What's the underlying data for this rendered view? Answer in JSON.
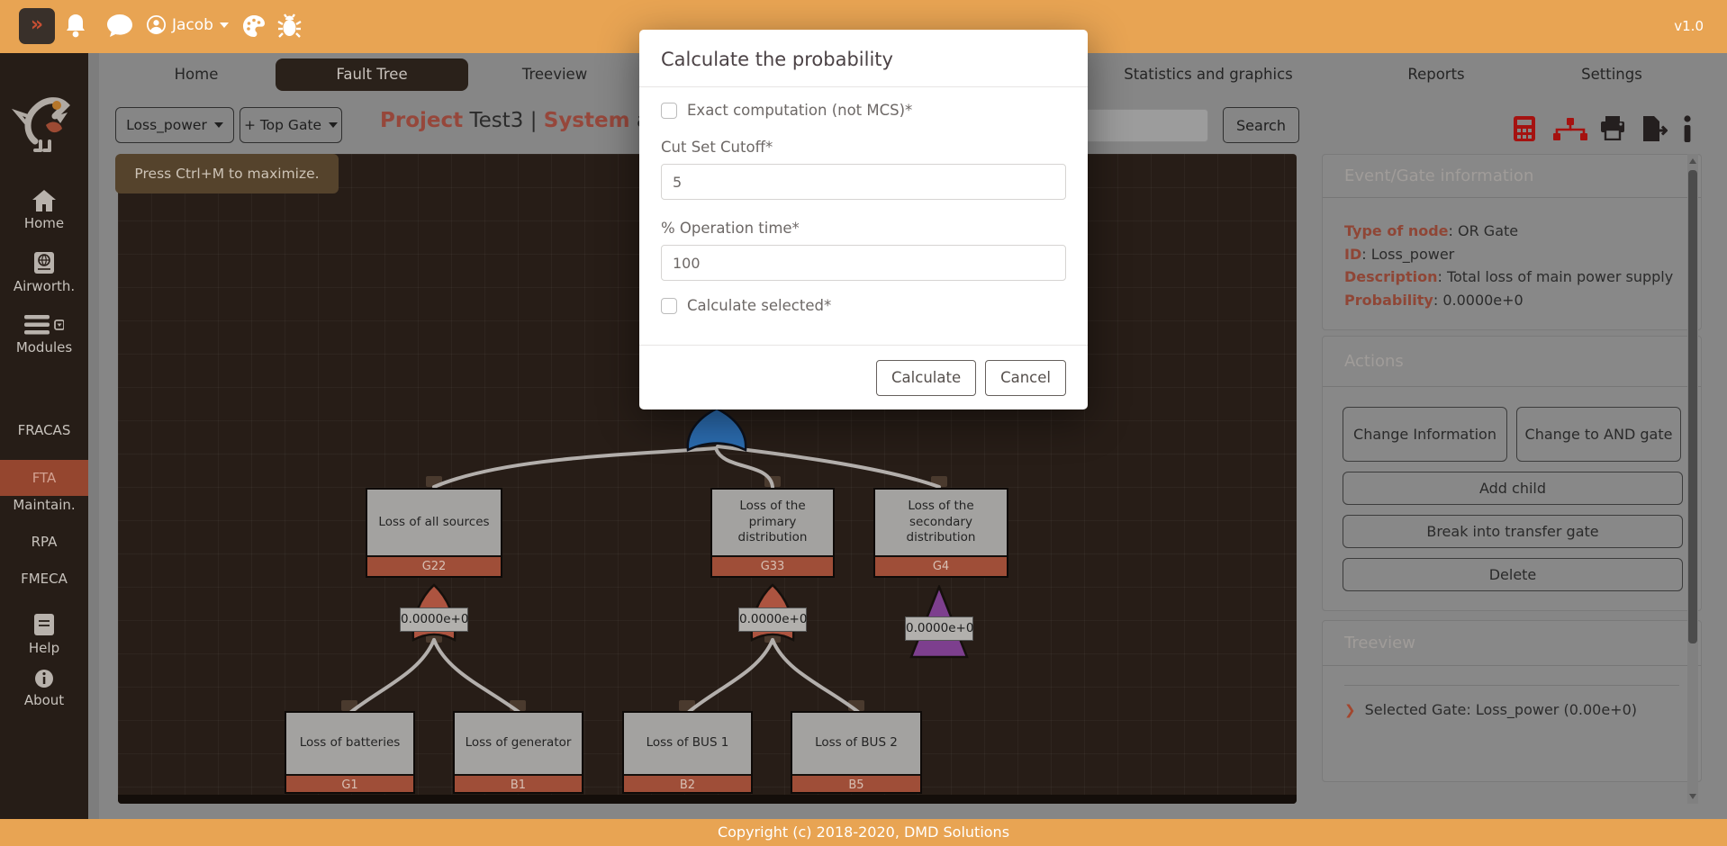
{
  "topbar": {
    "username": "Jacob",
    "version": "v1.0"
  },
  "icons": {
    "collapse": "»",
    "chevron": "❯"
  },
  "sidebar": {
    "items": [
      "Home",
      "Airworth.",
      "Modules",
      "FRACAS",
      "FTA",
      "Maintain.",
      "RPA",
      "FMECA",
      "Help",
      "About"
    ]
  },
  "tabs": {
    "home": "Home",
    "fault_tree": "Fault Tree",
    "treeview": "Treeview",
    "stats": "Statistics and graphics",
    "reports": "Reports",
    "settings": "Settings"
  },
  "toolbar": {
    "gate_select": "Loss_power",
    "add_top_gate": "+ Top Gate",
    "project_label": "Project",
    "project_name": "Test3",
    "separator": "|",
    "system_label": "System",
    "system_name": "a",
    "search_label": "Search"
  },
  "canvas": {
    "tooltip": "Press Ctrl+M to maximize.",
    "gates": [
      {
        "label": "Loss of all sources",
        "id": "G22",
        "prob": "0.0000e+0"
      },
      {
        "label": "Loss of the primary distribution",
        "id": "G33",
        "prob": "0.0000e+0"
      },
      {
        "label": "Loss of the secondary distribution",
        "id": "G4",
        "prob": "0.0000e+0"
      }
    ],
    "events": [
      {
        "label": "Loss of batteries",
        "id": "G1"
      },
      {
        "label": "Loss of generator",
        "id": "B1"
      },
      {
        "label": "Loss of BUS 1",
        "id": "B2"
      },
      {
        "label": "Loss of BUS 2",
        "id": "B5"
      }
    ]
  },
  "modal": {
    "title": "Calculate the probability",
    "exact_checkbox": "Exact computation (not MCS)*",
    "cutoff_label": "Cut Set Cutoff*",
    "cutoff_value": "5",
    "optime_label": "% Operation time*",
    "optime_value": "100",
    "selected_checkbox": "Calculate selected*",
    "calculate": "Calculate",
    "cancel": "Cancel"
  },
  "panel": {
    "info": {
      "header": "Event/Gate information",
      "rows": [
        {
          "label": "Type of node",
          "value": ": OR Gate"
        },
        {
          "label": "ID",
          "value": ": Loss_power"
        },
        {
          "label": "Description",
          "value": ": Total loss of main power supply"
        },
        {
          "label": "Probability",
          "value": ": 0.0000e+0"
        }
      ]
    },
    "actions": {
      "header": "Actions",
      "buttons": [
        "Change Information",
        "Change to AND gate",
        "Add child",
        "Break into transfer gate",
        "Delete"
      ]
    },
    "treeview": {
      "header": "Treeview",
      "selected": "Selected Gate: Loss_power (0.00e+0)"
    }
  },
  "footer": {
    "copyright": "Copyright (c) 2018-2020, DMD Solutions"
  },
  "colors": {
    "accent_orange": "#e8a453",
    "node_id_red": "#9f4e38",
    "or_gate_fill": "#ad5440",
    "transfer_purple": "#7d3f8e",
    "selected_blue": "#2b6cb0",
    "brand_red": "#96473b"
  }
}
